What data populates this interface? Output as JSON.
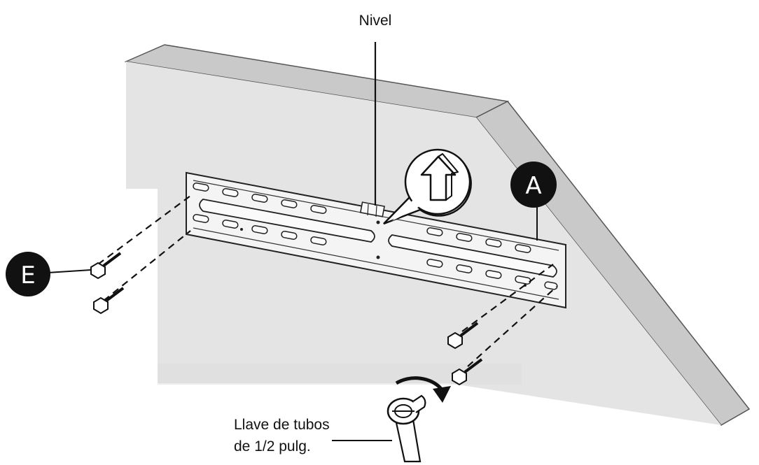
{
  "labels": {
    "level": "Nivel",
    "wrench_line1": "Llave de tubos",
    "wrench_line2": "de 1/2 pulg."
  },
  "callouts": {
    "bracket": "A",
    "screws": "E"
  },
  "icons": {
    "level_detail": "up-arrow-icon",
    "rotation": "clockwise-arrow-icon"
  },
  "colors": {
    "wall_face": "#e4e4e4",
    "wall_edge": "#c9c9c9",
    "outline": "#111111",
    "callout_fill": "#111111"
  }
}
